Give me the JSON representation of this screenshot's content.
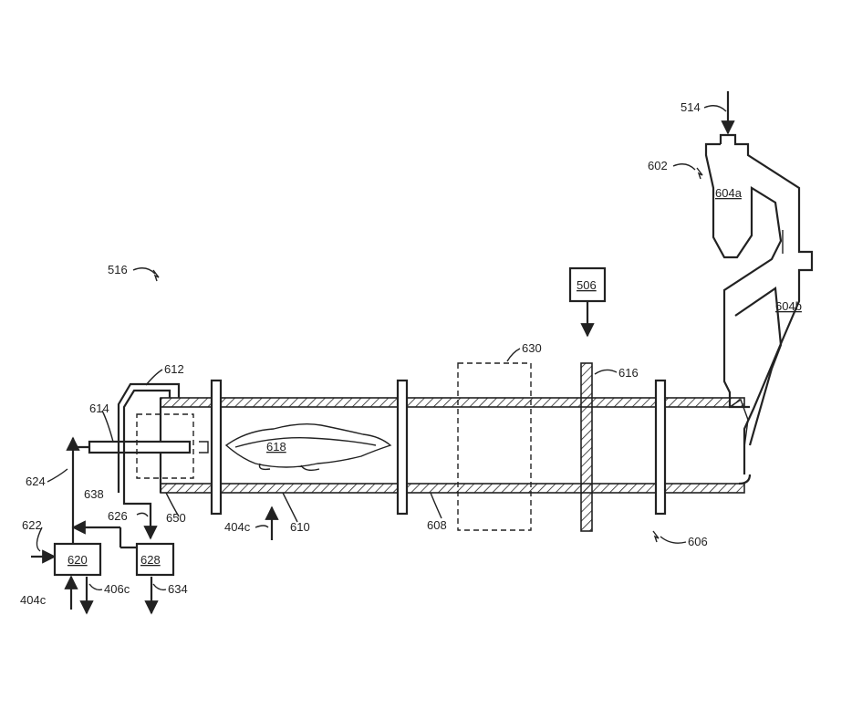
{
  "figure": {
    "labels": {
      "l514": "514",
      "l602": "602",
      "l604a": "604a",
      "l604b": "604b",
      "l516": "516",
      "l506": "506",
      "l630": "630",
      "l616": "616",
      "l612": "612",
      "l614": "614",
      "l618": "618",
      "l624": "624",
      "l638": "638",
      "l626": "626",
      "l650": "650",
      "l622": "622",
      "l620": "620",
      "l628": "628",
      "l404c_left": "404c",
      "l406c": "406c",
      "l634": "634",
      "l404c_mid": "404c",
      "l610": "610",
      "l608": "608",
      "l606": "606"
    }
  }
}
